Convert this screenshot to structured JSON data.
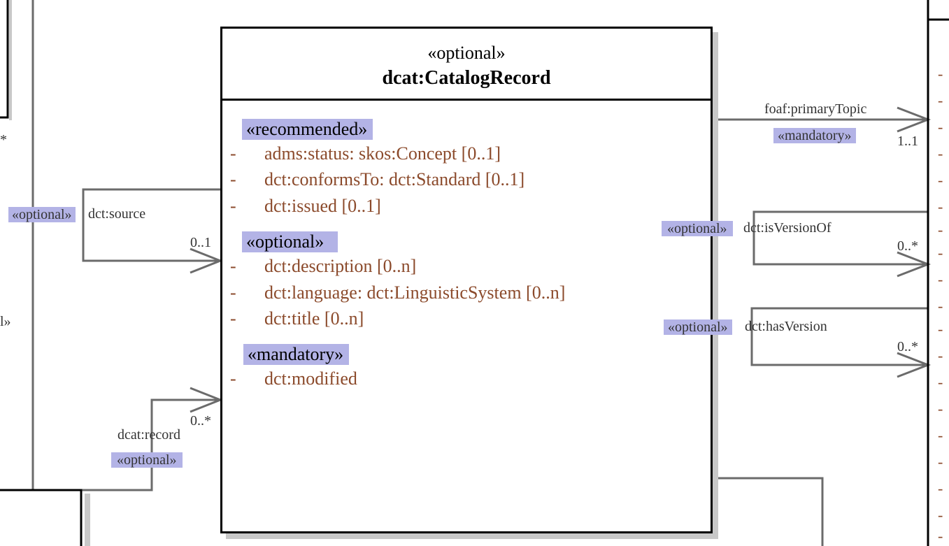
{
  "class": {
    "stereotype": "«optional»",
    "name": "dcat:CatalogRecord",
    "sections": [
      {
        "label": "«recommended»",
        "attributes": [
          "adms:status: skos:Concept [0..1]",
          "dct:conformsTo: dct:Standard [0..1]",
          "dct:issued [0..1]"
        ]
      },
      {
        "label": "«optional»",
        "attributes": [
          "dct:description [0..n]",
          "dct:language: dct:LinguisticSystem [0..n]",
          "dct:title [0..n]"
        ]
      },
      {
        "label": "«mandatory»",
        "attributes": [
          "dct:modified"
        ]
      }
    ]
  },
  "associations": {
    "primary_topic": {
      "name": "foaf:primaryTopic",
      "stereotype": "«mandatory»",
      "multiplicity": "1..1"
    },
    "source": {
      "name": "dct:source",
      "stereotype": "«optional»",
      "multiplicity": "0..1"
    },
    "is_version_of": {
      "name": "dct:isVersionOf",
      "stereotype": "«optional»",
      "multiplicity": "0..*"
    },
    "has_version": {
      "name": "dct:hasVersion",
      "stereotype": "«optional»",
      "multiplicity": "0..*"
    },
    "record": {
      "name": "dcat:record",
      "stereotype": "«optional»",
      "multiplicity": "0..*"
    }
  },
  "edge_fragments": {
    "left_star": "*",
    "left_guillemet": "l»",
    "right_dash": "-"
  },
  "colors": {
    "highlight": "#b3b3e6",
    "attribute_text": "#8b4a2b",
    "line": "#666666"
  }
}
